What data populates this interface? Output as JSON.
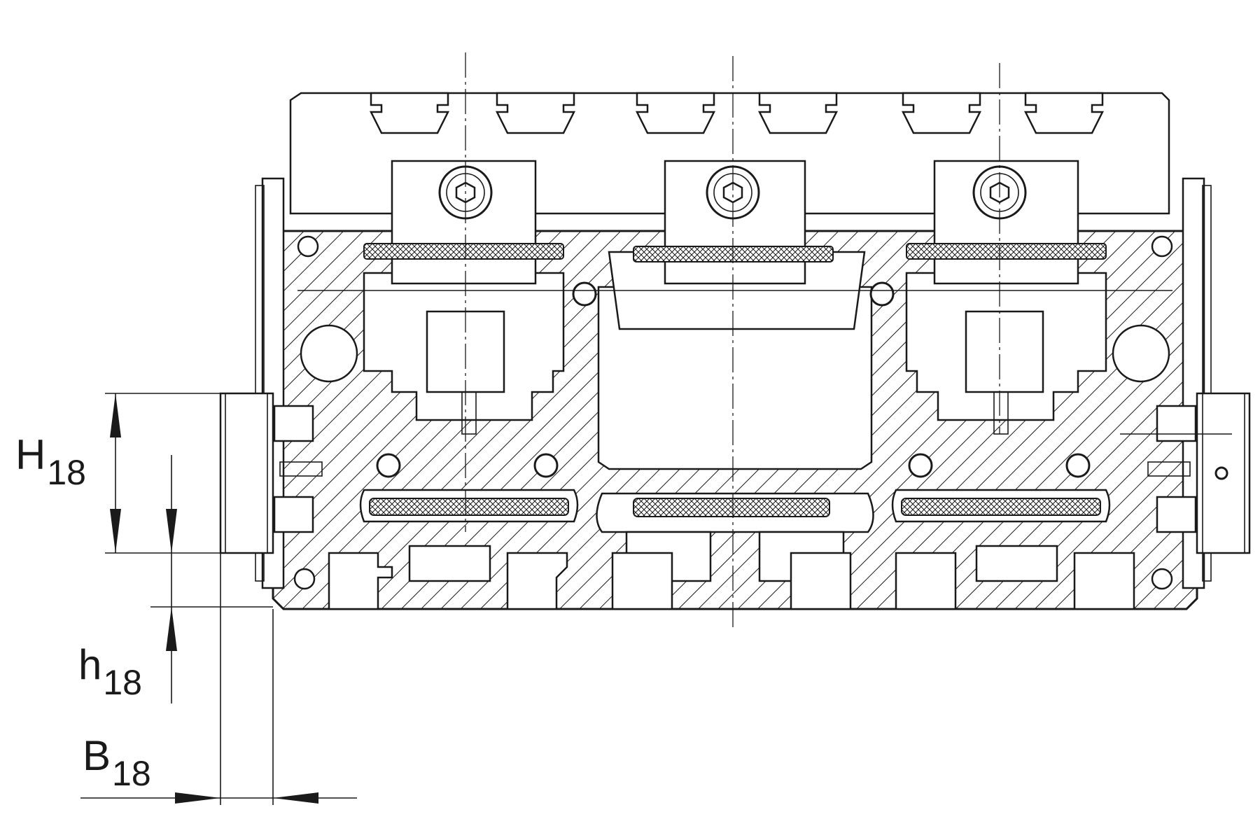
{
  "dimensions": {
    "H": {
      "symbol": "H",
      "subscript": "18"
    },
    "h": {
      "symbol": "h",
      "subscript": "18"
    },
    "B": {
      "symbol": "B",
      "subscript": "18"
    }
  },
  "colors": {
    "line": "#1a1a1a",
    "background": "#ffffff"
  }
}
